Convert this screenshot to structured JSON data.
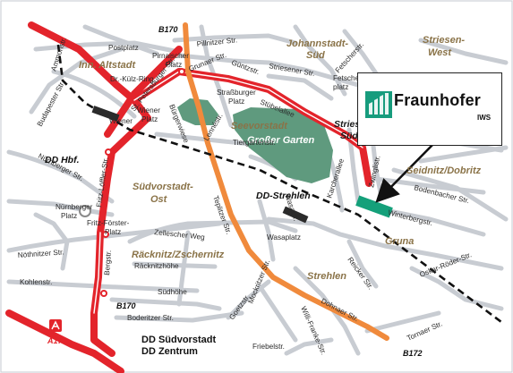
{
  "districts": {
    "inn_altstadt": "Inn. Altstadt",
    "johannstadt": "Johannstadt-",
    "johannstadt2": "Süd",
    "striesen_west": "Striesen-",
    "striesen_west2": "West",
    "striesen_sued": "Striesen-",
    "striesen_sued2": "Süd",
    "seevorstadt": "Seevorstadt",
    "grosser_garten": "Großer Garten",
    "seidnitz": "Seidnitz/Dobritz",
    "suedvorstadt": "Südvorstadt-",
    "suedvorstadt2": "Ost",
    "gruna": "Gruna",
    "raecknitz": "Räcknitz/Zschernitz",
    "strehlen": "Strehlen"
  },
  "streets": {
    "postplatz": "Postplatz",
    "pillnitzer": "Pillnitzer Str.",
    "pirnaischer": "Pirnaischer",
    "pirnaischer2": "Platz",
    "grunaer": "Grunaer Str.",
    "guenzstr": "Güntzstr.",
    "striesener": "Striesener Str.",
    "fetscherstr": "Fetscherstr.",
    "fetscher_platz": "Fetscher-",
    "fetscher_platz2": "platz",
    "kuelz": "Dr.-Külz-Ring",
    "ammonstr": "Ammonstr.",
    "strassburger": "Straßburger",
    "strassburger2": "Platz",
    "stuebelallee": "Stübelallee",
    "budapester": "Budapester Str.",
    "wiener_platz": "Wiener",
    "wiener_platz2": "Platz",
    "wiener_str": "Wiener",
    "petersburger": "St. Petersburger Str.",
    "buergerwiese": "Bürgerwiese",
    "lennestr": "Lennéstr.",
    "tiergartenstr": "Tiergartenstr.",
    "karcherallee": "Karcherallee",
    "winterbergstr": "Winterbergstr.",
    "bodenbacher": "Bodenbacher Str.",
    "zwinglistr": "Zwinglistr.",
    "nuernberger_str": "Nürnberger Str.",
    "nuernberger_platz": "Nürnberger",
    "nuernberger_platz2": "Platz",
    "fritz_foerster": "Fritz-Förster-",
    "fritz_foerster2": "Platz",
    "fritz_loeffler": "Fritz-Löffler-Str.",
    "teplitzer": "Teplitzer Str.",
    "zelleschen": "Zellescher Weg",
    "wasaplatz": "Wasaplatz",
    "wasastr": "Wasastr.",
    "noethnitzer": "Nöthnitzer Str.",
    "bergstr": "Bergstr.",
    "raecknitzhoehe": "Räcknitzhöhe",
    "reicker": "Reicker Str.",
    "oskar_roeder": "Oskar-Röder-Str.",
    "kohlenstr": "Kohlenstr.",
    "suedhoehe": "Südhöhe",
    "boderitzer": "Boderitzer Str.",
    "goetzstr": "Goetzstr.",
    "mockritzer": "Mockritzer Str.",
    "friebelstr": "Friebelstr.",
    "dohnaer": "Dohnaer Str.",
    "tornaer": "Tornaer Str.",
    "willi_franke": "Willi-Franke-Str."
  },
  "roads": {
    "b170_top": "B170",
    "b170_bottom": "B170",
    "b172": "B172",
    "a17": "A17"
  },
  "stations": {
    "hbf": "DD Hbf.",
    "strehlen": "DD-Strehlen"
  },
  "cluster": {
    "line1": "DD Südvorstadt",
    "line2": "DD Zentrum"
  },
  "logo": {
    "name": "Fraunhofer",
    "sub": "IWS"
  },
  "colors": {
    "red_road": "#e3242b",
    "orange_road": "#f08a3c",
    "park": "#5f9a7e",
    "target": "#14a07a",
    "street": "#c8ccd2",
    "logo": "#179c7d"
  }
}
